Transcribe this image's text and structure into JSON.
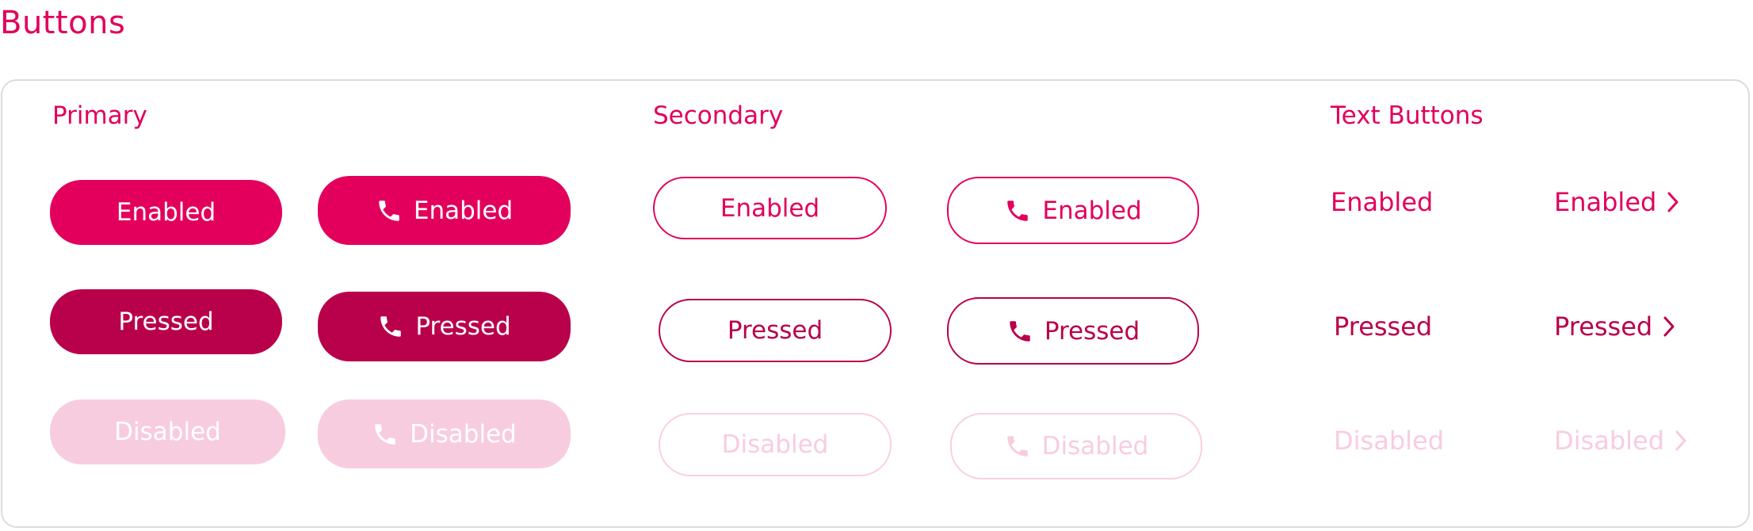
{
  "page": {
    "title": "Buttons"
  },
  "colors": {
    "primary": "#E2005C",
    "pressed": "#B9004B",
    "disabled": "#F8CCDF",
    "card_border": "#DCDCDC"
  },
  "sections": {
    "primary": {
      "label": "Primary"
    },
    "secondary": {
      "label": "Secondary"
    },
    "text": {
      "label": "Text Buttons"
    }
  },
  "states": {
    "enabled": "Enabled",
    "pressed": "Pressed",
    "disabled": "Disabled"
  },
  "icons": {
    "leading": "phone-icon",
    "trailing": "chevron-right-icon"
  }
}
